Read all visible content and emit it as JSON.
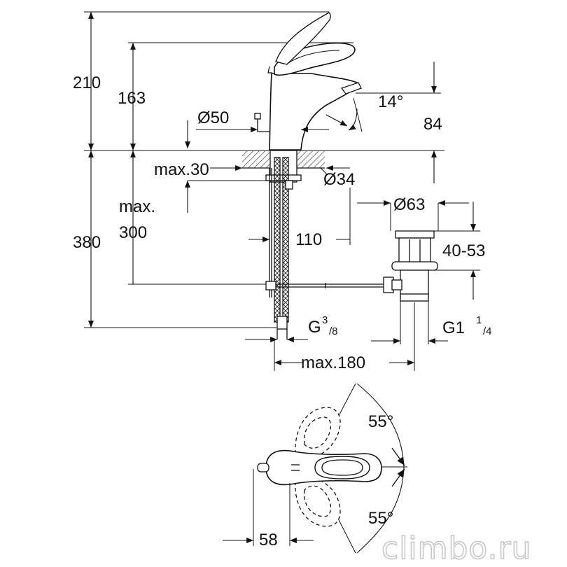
{
  "dimensions": {
    "h210": "210",
    "h163": "163",
    "d50": "Ø50",
    "angle14": "14°",
    "h84": "84",
    "max30": "max.30",
    "d34": "Ø34",
    "d63": "Ø63",
    "max300_a": "max.",
    "max300_b": "300",
    "h380": "380",
    "l110": "110",
    "r4053": "40-53",
    "g38_main": "G",
    "g38_num": "3",
    "g38_den": "/8",
    "g114_main": "G1",
    "g114_num": "1",
    "g114_den": "/4",
    "max180": "max.180",
    "angle55_top": "55°",
    "angle55_bottom": "55°",
    "w58": "58"
  },
  "watermark": "climbo.ru"
}
